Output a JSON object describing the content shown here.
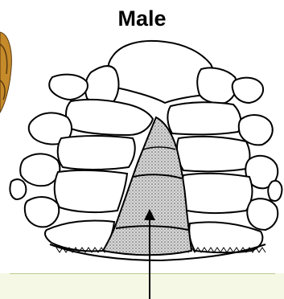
{
  "figure": {
    "title": "Male",
    "colors": {
      "outline": "#000000",
      "stipple_fill": "#cfcfcf",
      "caption_panel": "#f4f8e4",
      "caption_rule": "#b9c98f",
      "side_image": "#c58a2a"
    },
    "labeled_parts": [
      "abdomen",
      "abdominal-flap",
      "thoracic-sternites",
      "walking-leg-bases",
      "pointer-arrow"
    ]
  }
}
